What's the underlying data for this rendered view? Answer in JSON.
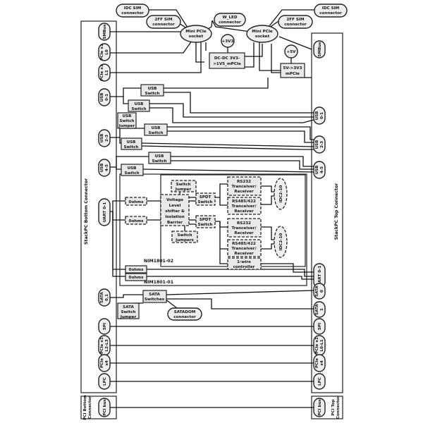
{
  "left_connector": "StackPC Bottom Connector",
  "right_connector": "StackPC Top Connector",
  "pci_bottom": "PCI Bottom Connector",
  "pci_top": "PCI Top Connector",
  "pci_bus": "PCI bus",
  "left_ports": [
    "SMBus",
    "PCIe x1 L0",
    "PCIe x1 L1",
    "USB 0-1",
    "USB 2-3",
    "USB 4-5",
    "UART 0-1",
    "SATA 0,1",
    "SPI",
    "PCIe x1 L2-L3",
    "PCIe x4",
    "LPC"
  ],
  "right_ports": [
    "SMBus",
    "USB 0-1",
    "USB 2-3",
    "USB 4-5",
    "UART 0-1",
    "SATA 0",
    "SATA 1",
    "SPI",
    "PCIe x1 L0-L1",
    "PCIe x4",
    "LPC"
  ],
  "top": {
    "idc_sim_left": "IDC SIM connector",
    "ffsim_left": "2FF SIM connector",
    "wled": "W_LED connector",
    "ffsim_right": "2FF SIM connector",
    "idc_sim_right": "IDC SIM connector",
    "mini_pcie_left": "Mini PCIe socket",
    "mini_pcie_right": "Mini PCIe socket",
    "v3_label": "+3V3",
    "v5_label": "+5V",
    "dcdc": "DC-DC 3V3->1V5_mPCIe",
    "conv5": "5V->3V3 mPCIe"
  },
  "usb": {
    "switch": "USB Switch",
    "jumper": "USB Switch Jumper"
  },
  "uart": {
    "ohms": "0ohms",
    "voltage_level": "Voltage Level shifter & Isolation Barrier",
    "switch_jumper": "Switch Jumper",
    "switch_jumpers": "Switch Jumpers",
    "spdt": "SPDT Switch",
    "rs232": "RS232 Tranceiver/ Receiver",
    "rs485": "RS485/422 Tranceiver/ Receiver",
    "idc": "IDC2-10",
    "onewire": "1-wire controller",
    "nim02": "NIM1801-02",
    "nim01": "NIM1801-01"
  },
  "sata": {
    "switches": "SATA Switches",
    "jumper": "SATA Switch Jumper",
    "satadom": "SATADOM connector"
  }
}
